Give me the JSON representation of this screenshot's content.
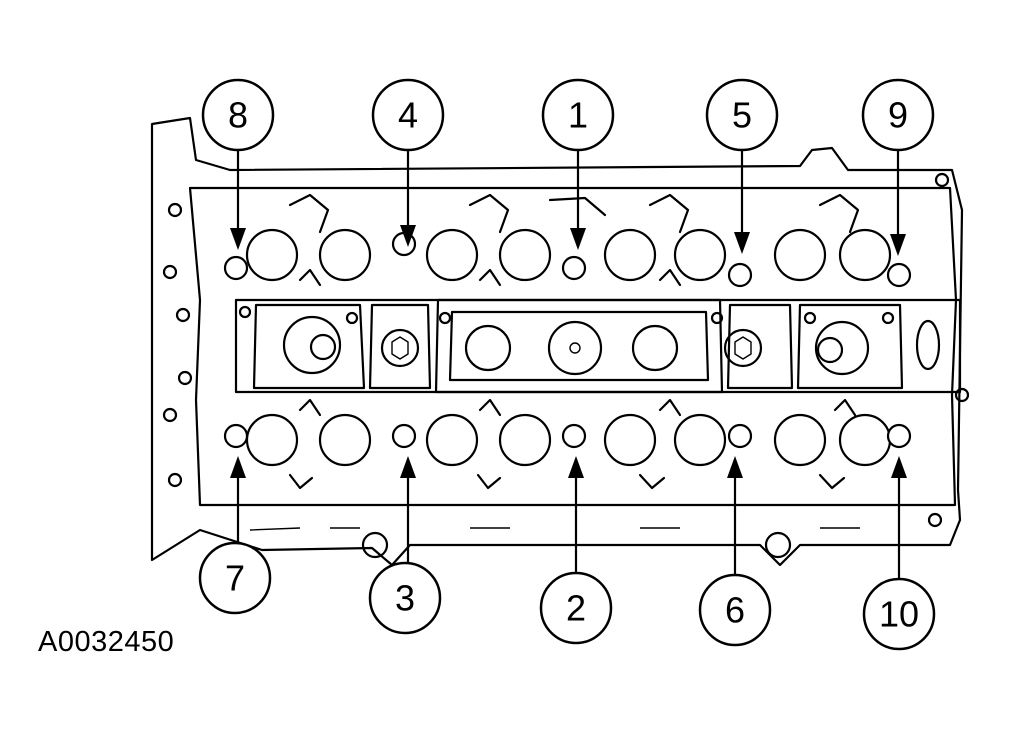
{
  "figure": {
    "id_label": "A0032450"
  },
  "callouts": [
    {
      "label": "8"
    },
    {
      "label": "4"
    },
    {
      "label": "1"
    },
    {
      "label": "5"
    },
    {
      "label": "9"
    },
    {
      "label": "7"
    },
    {
      "label": "3"
    },
    {
      "label": "2"
    },
    {
      "label": "6"
    },
    {
      "label": "10"
    }
  ]
}
